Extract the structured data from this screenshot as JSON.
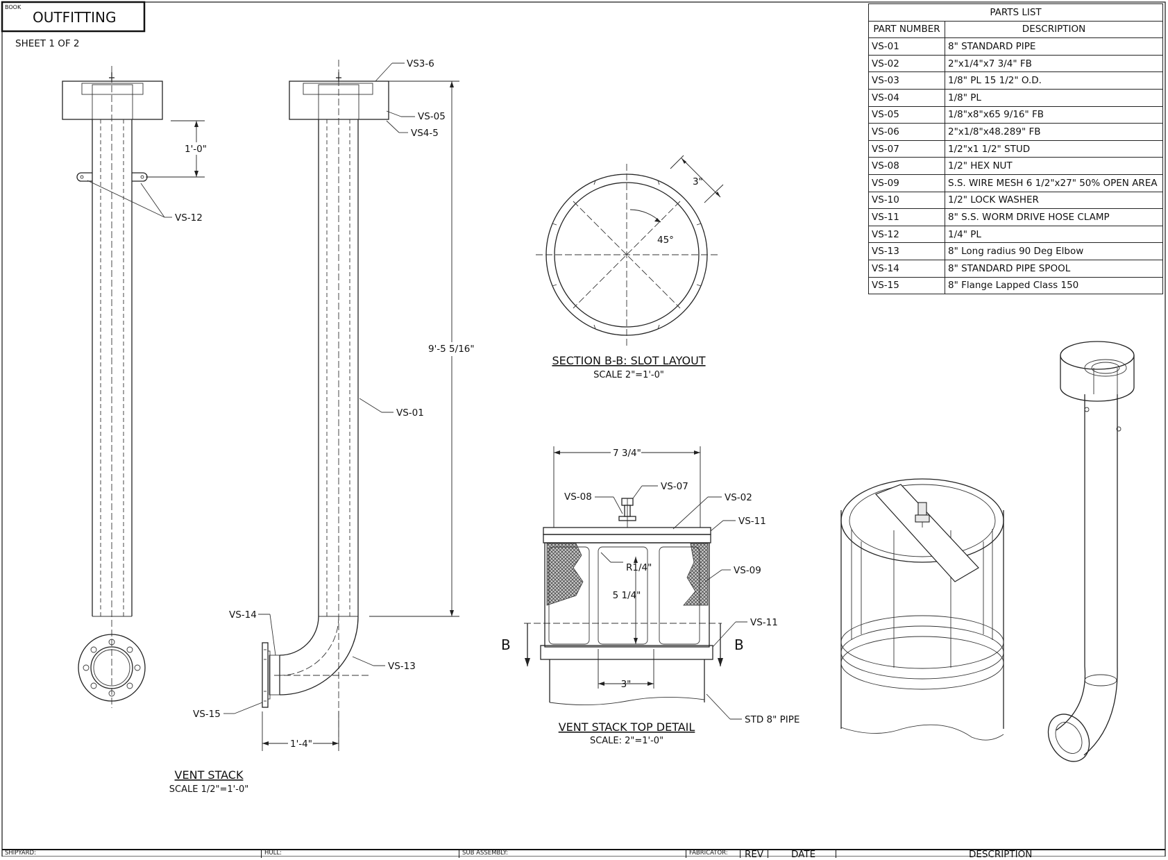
{
  "header": {
    "book_label": "BOOK",
    "title": "OUTFITTING",
    "sheet": "SHEET 1  OF 2"
  },
  "parts_list": {
    "title": "PARTS LIST",
    "col_part": "PART NUMBER",
    "col_desc": "DESCRIPTION",
    "rows": [
      {
        "part": "VS-01",
        "desc": "8\" STANDARD PIPE"
      },
      {
        "part": "VS-02",
        "desc": "2\"x1/4\"x7 3/4\" FB"
      },
      {
        "part": "VS-03",
        "desc": "1/8\" PL 15 1/2\" O.D."
      },
      {
        "part": "VS-04",
        "desc": "1/8\" PL"
      },
      {
        "part": "VS-05",
        "desc": "1/8\"x8\"x65 9/16\" FB"
      },
      {
        "part": "VS-06",
        "desc": "2\"x1/8\"x48.289\" FB"
      },
      {
        "part": "VS-07",
        "desc": "1/2\"x1 1/2\" STUD"
      },
      {
        "part": "VS-08",
        "desc": "1/2\" HEX NUT"
      },
      {
        "part": "VS-09",
        "desc": "S.S. WIRE MESH 6 1/2\"x27\" 50% OPEN AREA"
      },
      {
        "part": "VS-10",
        "desc": "1/2\" LOCK WASHER"
      },
      {
        "part": "VS-11",
        "desc": "8\" S.S. WORM DRIVE HOSE CLAMP"
      },
      {
        "part": "VS-12",
        "desc": "1/4\" PL"
      },
      {
        "part": "VS-13",
        "desc": "8\" Long radius 90 Deg Elbow"
      },
      {
        "part": "VS-14",
        "desc": "8\" STANDARD PIPE SPOOL"
      },
      {
        "part": "VS-15",
        "desc": "8\" Flange Lapped Class 150"
      }
    ]
  },
  "vent_stack": {
    "title": "VENT STACK",
    "scale": "SCALE 1/2\"=1'-0\"",
    "dim_lug": "1'-0\"",
    "dim_height": "9'-5 5/16\"",
    "dim_offset": "1'-4\"",
    "callouts": {
      "vs3_6": "VS3-6",
      "vs05": "VS-05",
      "vs4_5": "VS4-5",
      "vs12": "VS-12",
      "vs01": "VS-01",
      "vs14": "VS-14",
      "vs13": "VS-13",
      "vs15": "VS-15"
    }
  },
  "section_bb": {
    "title": "SECTION B-B: SLOT LAYOUT",
    "scale": "SCALE 2\"=1'-0\"",
    "dim_slot": "3\"",
    "angle": "45°"
  },
  "top_detail": {
    "title": "VENT STACK TOP DETAIL",
    "scale": "SCALE: 2\"=1'-0\"",
    "dim_width": "7 3/4\"",
    "dim_height": "5 1/4\"",
    "dim_slot": "3\"",
    "radius": "R1/4\"",
    "section_mark": "B",
    "callouts": {
      "vs08": "VS-08",
      "vs07": "VS-07",
      "vs02": "VS-02",
      "vs11_top": "VS-11",
      "vs09": "VS-09",
      "vs11_bottom": "VS-11",
      "std_pipe": "STD 8\" PIPE"
    }
  },
  "title_block": {
    "shipyard": "SHIPYARD:",
    "hull": "HULL:",
    "sub_assembly": "SUB ASSEMBLY:",
    "fabricator": "FABRICATOR:",
    "rev": "REV",
    "date": "DATE",
    "description": "DESCRIPTION"
  }
}
